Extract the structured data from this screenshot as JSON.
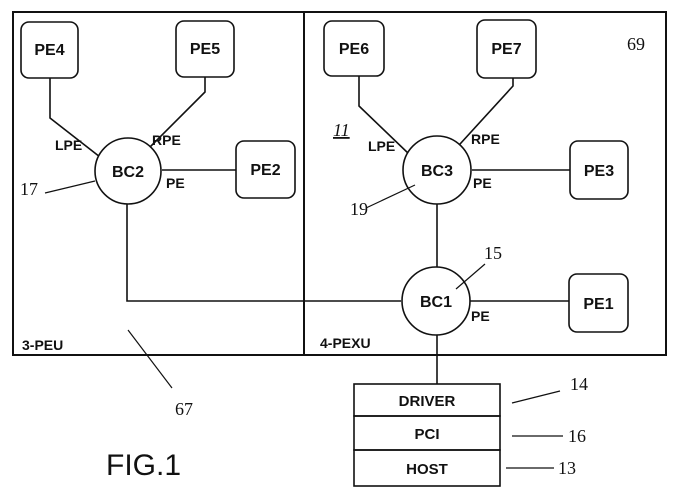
{
  "units": {
    "left": "3-PEU",
    "right": "4-PEXU"
  },
  "nodes": {
    "pe1": "PE1",
    "pe2": "PE2",
    "pe3": "PE3",
    "pe4": "PE4",
    "pe5": "PE5",
    "pe6": "PE6",
    "pe7": "PE7",
    "bc1": "BC1",
    "bc2": "BC2",
    "bc3": "BC3"
  },
  "link_labels": {
    "bc2_lpe": "LPE",
    "bc2_rpe": "RPE",
    "bc2_pe": "PE",
    "bc3_lpe": "LPE",
    "bc3_rpe": "RPE",
    "bc3_pe": "PE",
    "bc1_pe": "PE"
  },
  "stack": {
    "driver": "DRIVER",
    "pci": "PCI",
    "host": "HOST"
  },
  "refs": {
    "r69": "69",
    "r11": "11",
    "r17": "17",
    "r19": "19",
    "r15": "15",
    "r67": "67",
    "r14": "14",
    "r16": "16",
    "r13": "13"
  },
  "figure_label": "FIG.1"
}
